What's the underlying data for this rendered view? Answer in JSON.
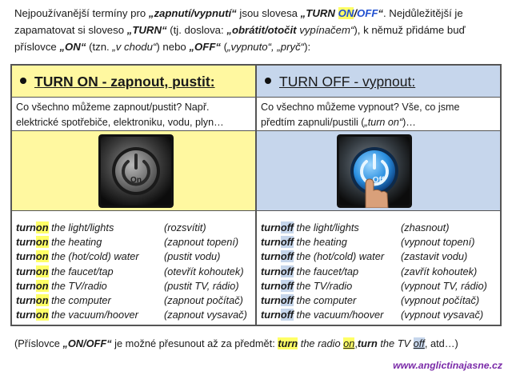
{
  "intro": {
    "l1_a": "Nejpoužívanější termíny pro ",
    "l1_b": "„zapnutí/vypnutí“",
    "l1_c": " jsou slovesa ",
    "l1_d": "„TURN ",
    "l1_on": "ON",
    "l1_slash": "/",
    "l1_off": "OFF",
    "l1_e": "“",
    "l1_f": ". Nejdůležitější je",
    "l2_a": "zapamatovat si sloveso ",
    "l2_b": "„TURN“",
    "l2_c": " (tj. doslova: ",
    "l2_d": "„obrátit/otočit",
    "l2_e": " vypínačem“",
    "l2_f": "), k němuž přidáme buď",
    "l3_a": "příslovce ",
    "l3_b": "„ON“",
    "l3_c": " (tzn. ",
    "l3_d": "„v chodu“",
    "l3_e": ") nebo ",
    "l3_f": "„OFF“",
    "l3_g": " (",
    "l3_h": "„vypnuto“, „pryč“",
    "l3_i": "):"
  },
  "left": {
    "heading_a": "TURN ON - zapnout, ",
    "heading_b": "pustit:",
    "desc_1": "Co všechno můžeme zapnout/pustit? Např.",
    "desc_2": "elektrické spotřebiče, elektroniku, vodu, plyn…",
    "button_label": "On",
    "verb": "turn",
    "particle": "on",
    "rows": [
      {
        "obj": " the light/lights",
        "cz": "(rozsvítit)"
      },
      {
        "obj": " the heating",
        "cz": "(zapnout topení)"
      },
      {
        "obj": " the (hot/cold) water",
        "cz": "(pustit vodu)"
      },
      {
        "obj": " the faucet/tap",
        "cz": "(otevřít kohoutek)"
      },
      {
        "obj": " the TV/radio",
        "cz": "(pustit TV, rádio)"
      },
      {
        "obj": " the computer",
        "cz": "(zapnout počítač)"
      },
      {
        "obj": " the vacuum/hoover",
        "cz": "(zapnout vysavač)"
      }
    ]
  },
  "right": {
    "heading_a": "TURN OFF",
    "heading_b": " - vypnout:",
    "desc_1": "Co všechno můžeme vypnout? Vše, co jsme",
    "desc_2a": "předtím zapnuli/pustili (",
    "desc_2b": "„turn on“",
    "desc_2c": ")…",
    "button_label": "Off",
    "verb": "turn",
    "particle": "off",
    "rows": [
      {
        "obj": " the light/lights",
        "cz": "(zhasnout)"
      },
      {
        "obj": " the heating",
        "cz": "(vypnout topení)"
      },
      {
        "obj": " the (hot/cold) water",
        "cz": " (zastavit vodu)"
      },
      {
        "obj": " the faucet/tap",
        "cz": "(zavřít kohoutek)"
      },
      {
        "obj": " the TV/radio",
        "cz": "(vypnout TV, rádio)"
      },
      {
        "obj": " the computer",
        "cz": "(vypnout počítač)"
      },
      {
        "obj": " the vacuum/hoover",
        "cz": " (vypnout vysavač)"
      }
    ]
  },
  "note": {
    "a": "(Příslovce ",
    "b": "„ON/OFF“",
    "c": "  je možné přesunout až za předmět: ",
    "turn1": "turn",
    "d": " the radio ",
    "on": "on",
    "e": ",",
    "turn2": "turn",
    "f": " the TV ",
    "off": "off",
    "g": ", atd…)"
  },
  "footer": {
    "site": "www.anglictinajasne.cz"
  },
  "colors": {
    "yellow": "#fff8a0",
    "blue": "#c6d6ec",
    "highlight": "#ffff66",
    "footer": "#7a2aa8"
  }
}
